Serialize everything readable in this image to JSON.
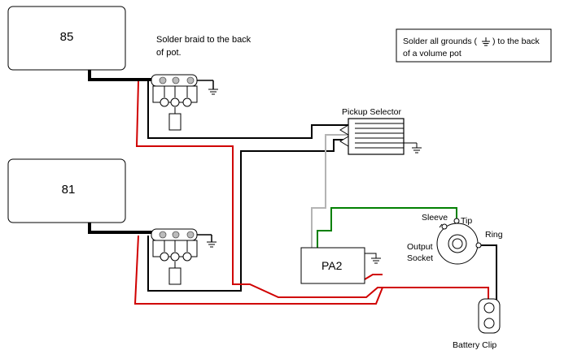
{
  "pickups": {
    "neck": {
      "label": "85"
    },
    "bridge": {
      "label": "81"
    }
  },
  "notes": {
    "braid_line1": "Solder braid to the back",
    "braid_line2": "of pot.",
    "grounds_line1a": "Solder all grounds (",
    "grounds_line1b": ")  to the back",
    "grounds_line2": "of a volume pot"
  },
  "components": {
    "selector": "Pickup Selector",
    "preamp": "PA2",
    "socket_sleeve": "Sleeve",
    "socket_tip": "Tip",
    "socket_ring": "Ring",
    "socket_line1": "Output",
    "socket_line2": "Socket",
    "battery": "Battery Clip"
  },
  "wire_colors": {
    "hot": "#000000",
    "battery_positive": "#d00000",
    "signal_preamp": "#008000",
    "selector_out": "#b4b4b4"
  }
}
